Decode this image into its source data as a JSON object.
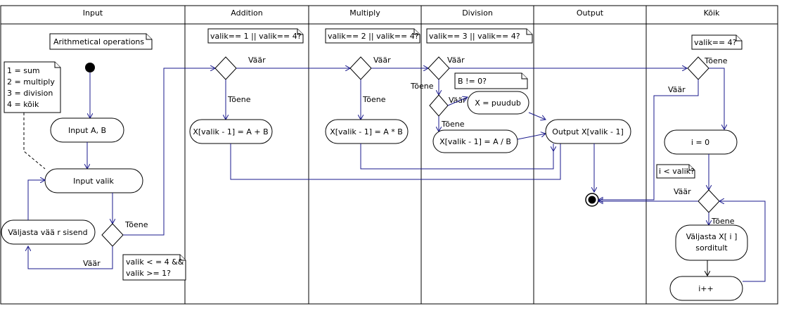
{
  "lanes": [
    "Input",
    "Addition",
    "Multiply",
    "Division",
    "Output",
    "Kõik"
  ],
  "notes": {
    "title": "Arithmetical operations",
    "legend": [
      "1 = sum",
      "2 = multiply",
      "3 = division",
      "4 = kõik"
    ],
    "cond_valid": [
      "valik < = 4 &&",
      "valik >= 1?"
    ],
    "cond_add": "valik== 1 || valik== 4?",
    "cond_mul": "valik== 2 || valik== 4?",
    "cond_div": "valik== 3 || valik== 4?",
    "cond_b": "B != 0?",
    "cond_all": "valik== 4?",
    "cond_loop": "i < valik?"
  },
  "nodes": {
    "input_ab": "Input A, B",
    "input_valik": "Input valik",
    "error_input": "Väljasta vää r sisend",
    "add_op": "X[valik - 1] = A + B",
    "mul_op": "X[valik - 1] = A * B",
    "div_none": "X = puudub",
    "div_op": "X[valik - 1]  = A / B",
    "output": "Output X[valik - 1]",
    "init_i": "i = 0",
    "print_sorted": [
      "Väljasta X[ i ]",
      "sorditult"
    ],
    "inc_i": "i++"
  },
  "labels": {
    "true": "Tõene",
    "false": "Väär"
  }
}
